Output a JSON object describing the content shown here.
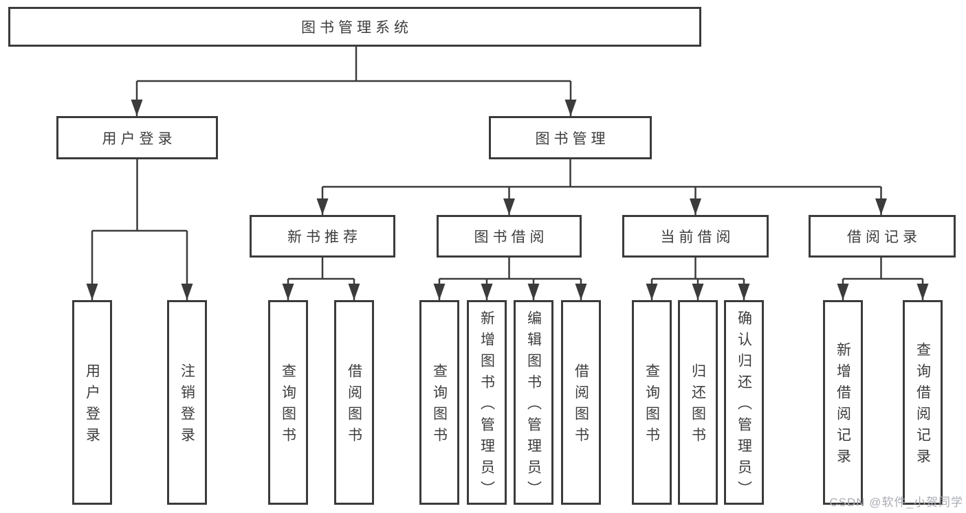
{
  "diagram": {
    "title_node": {
      "label": "图书管理系统"
    },
    "level2": [
      {
        "label": "用户登录"
      },
      {
        "label": "图书管理"
      }
    ],
    "level3": [
      {
        "label": "新书推荐",
        "parent": "图书管理"
      },
      {
        "label": "图书借阅",
        "parent": "图书管理"
      },
      {
        "label": "当前借阅",
        "parent": "图书管理"
      },
      {
        "label": "借阅记录",
        "parent": "图书管理"
      }
    ],
    "leaves": [
      {
        "label": "用户登录",
        "parent": "用户登录"
      },
      {
        "label": "注销登录",
        "parent": "用户登录"
      },
      {
        "label": "查询图书",
        "parent": "新书推荐"
      },
      {
        "label": "借阅图书",
        "parent": "新书推荐"
      },
      {
        "label": "查询图书",
        "parent": "图书借阅"
      },
      {
        "label": "新增图书（管理员）",
        "parent": "图书借阅"
      },
      {
        "label": "编辑图书（管理员）",
        "parent": "图书借阅"
      },
      {
        "label": "借阅图书",
        "parent": "图书借阅"
      },
      {
        "label": "查询图书",
        "parent": "当前借阅"
      },
      {
        "label": "归还图书",
        "parent": "当前借阅"
      },
      {
        "label": "确认归还（管理员）",
        "parent": "当前借阅"
      },
      {
        "label": "新增借阅记录",
        "parent": "借阅记录"
      },
      {
        "label": "查询借阅记录",
        "parent": "借阅记录"
      }
    ]
  },
  "watermark": {
    "text": "CSDN @软件_小贺同学"
  },
  "colors": {
    "line": "#3b3b3b",
    "text": "#3d3d3d",
    "box_fill": "#ffffff",
    "watermark": "#abacb4"
  }
}
